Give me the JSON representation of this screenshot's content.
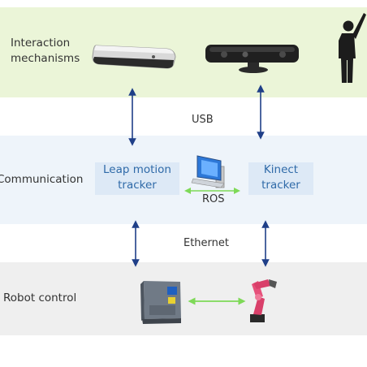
{
  "layers": {
    "interaction": {
      "label_line1": "Interaction",
      "label_line2": "mechanisms"
    },
    "communication": {
      "label": "Communication"
    },
    "robot": {
      "label": "Robot control"
    }
  },
  "nodes": {
    "leap": {
      "line1": "Leap motion",
      "line2": "tracker"
    },
    "kinect": {
      "line1": "Kinect",
      "line2": "tracker"
    }
  },
  "connections": {
    "usb": "USB",
    "ros": "ROS",
    "ethernet": "Ethernet"
  },
  "icons": {
    "leap_device": "leap-motion-device-icon",
    "kinect_device": "kinect-sensor-icon",
    "person": "person-gesturing-icon",
    "computer": "computer-icon",
    "controller": "robot-controller-cabinet-icon",
    "robot_arm": "robot-arm-icon"
  },
  "colors": {
    "interaction_band": "#ebf5d8",
    "communication_band": "#eef4fa",
    "robot_band": "#efefef",
    "node_fill": "#dde9f6",
    "node_text": "#2f6aa8",
    "vertical_arrow": "#1f3f88",
    "horizontal_arrow": "#7ed957"
  }
}
